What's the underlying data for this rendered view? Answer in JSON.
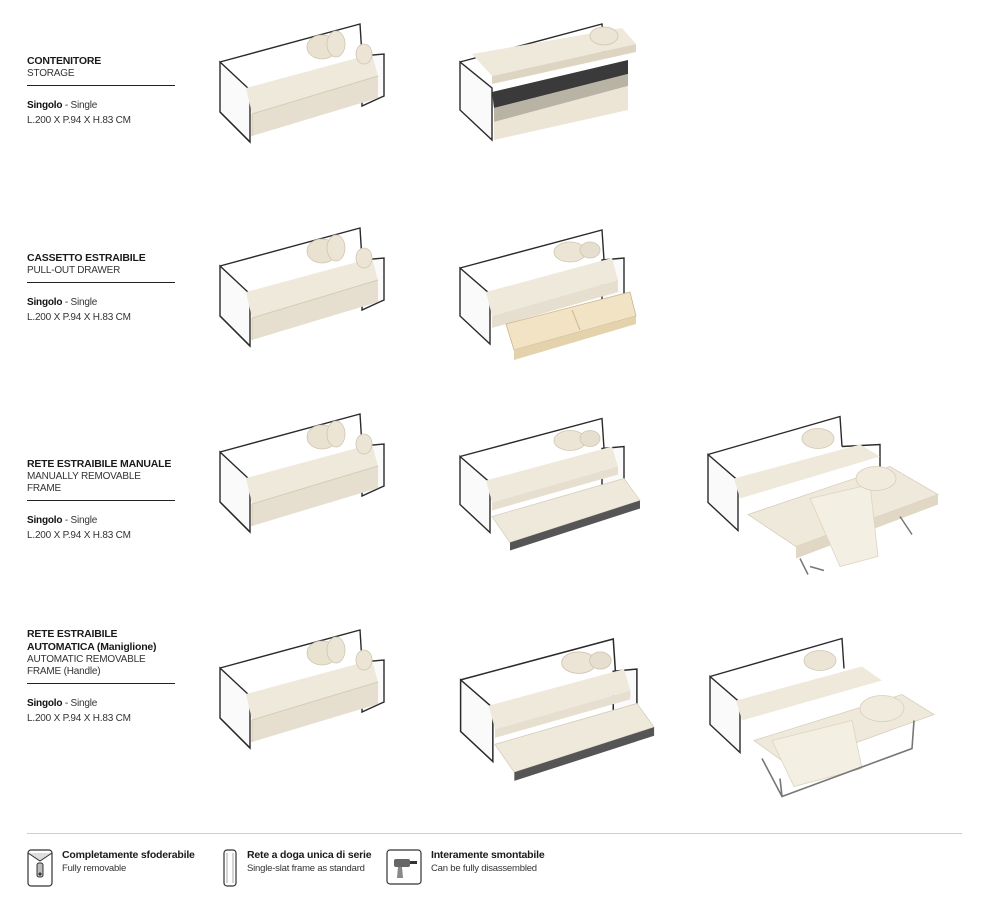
{
  "sections": [
    {
      "title": "CONTENITORE",
      "subtitle": "STORAGE",
      "size_type": "Singolo",
      "size_translation": " - Single",
      "dimensions": "L.200 X P.94 X H.83 CM"
    },
    {
      "title": "CASSETTO ESTRAIBILE",
      "subtitle": "PULL-OUT DRAWER",
      "size_type": "Singolo",
      "size_translation": " - Single",
      "dimensions": "L.200 X P.94 X H.83 CM"
    },
    {
      "title": "RETE ESTRAIBILE MANUALE",
      "subtitle": "MANUALLY REMOVABLE FRAME",
      "size_type": "Singolo",
      "size_translation": " - Single",
      "dimensions": "L.200 X P.94 X H.83 CM"
    },
    {
      "title": "RETE ESTRAIBILE AUTOMATICA (Maniglione)",
      "subtitle": "AUTOMATIC REMOVABLE FRAME (Handle)",
      "size_type": "Singolo",
      "size_translation": " - Single",
      "dimensions": "L.200 X P.94 X H.83 CM"
    }
  ],
  "features": [
    {
      "icon": "zipper-icon",
      "title": "Completamente sfoderabile",
      "subtitle": "Fully removable"
    },
    {
      "icon": "slat-frame-icon",
      "title": "Rete a doga unica di serie",
      "subtitle": "Single-slat frame as standard"
    },
    {
      "icon": "drill-icon",
      "title": "Interamente smontabile",
      "subtitle": "Can be fully disassembled"
    }
  ],
  "colors": {
    "upholstery": "#efe9dc",
    "upholstery_shadow": "#d9d1bf",
    "frame_line": "#2a2a2a",
    "drawer_wood": "#f1e3c4",
    "metal_legs": "#8a8a8a"
  }
}
